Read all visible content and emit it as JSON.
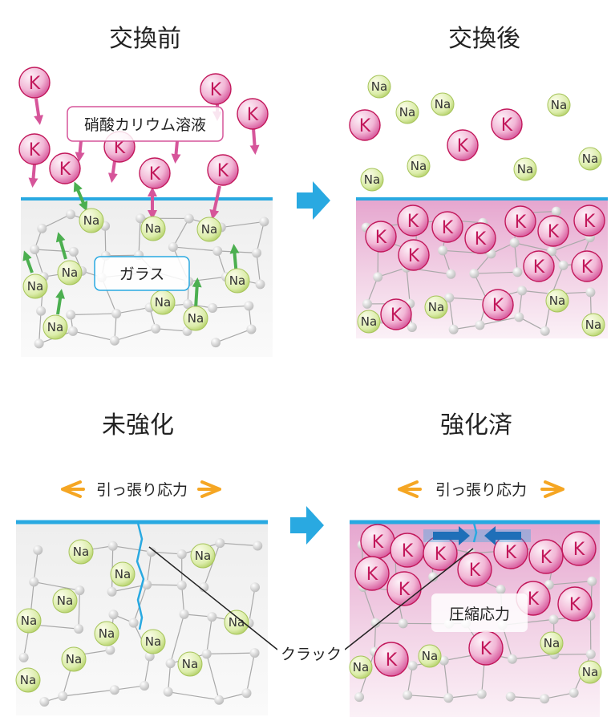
{
  "titles": {
    "before_exchange": "交換前",
    "after_exchange": "交換後",
    "unstrengthened": "未強化",
    "strengthened": "強化済"
  },
  "labels": {
    "solution": "硝酸カリウム溶液",
    "glass": "ガラス",
    "tensile_stress": "引っ張り応力",
    "crack": "クラック",
    "compressive_stress": "圧縮応力"
  },
  "atoms": {
    "potassium": "K",
    "sodium": "Na"
  },
  "colors": {
    "surface": "#29a9e1",
    "arrow_blue": "#29a9e1",
    "potassium": "#d6559a",
    "sodium": "#c7e080",
    "tension_arrow": "#f5a623",
    "ion_in_arrow": "#d6559a",
    "ion_out_arrow": "#4caf50"
  }
}
